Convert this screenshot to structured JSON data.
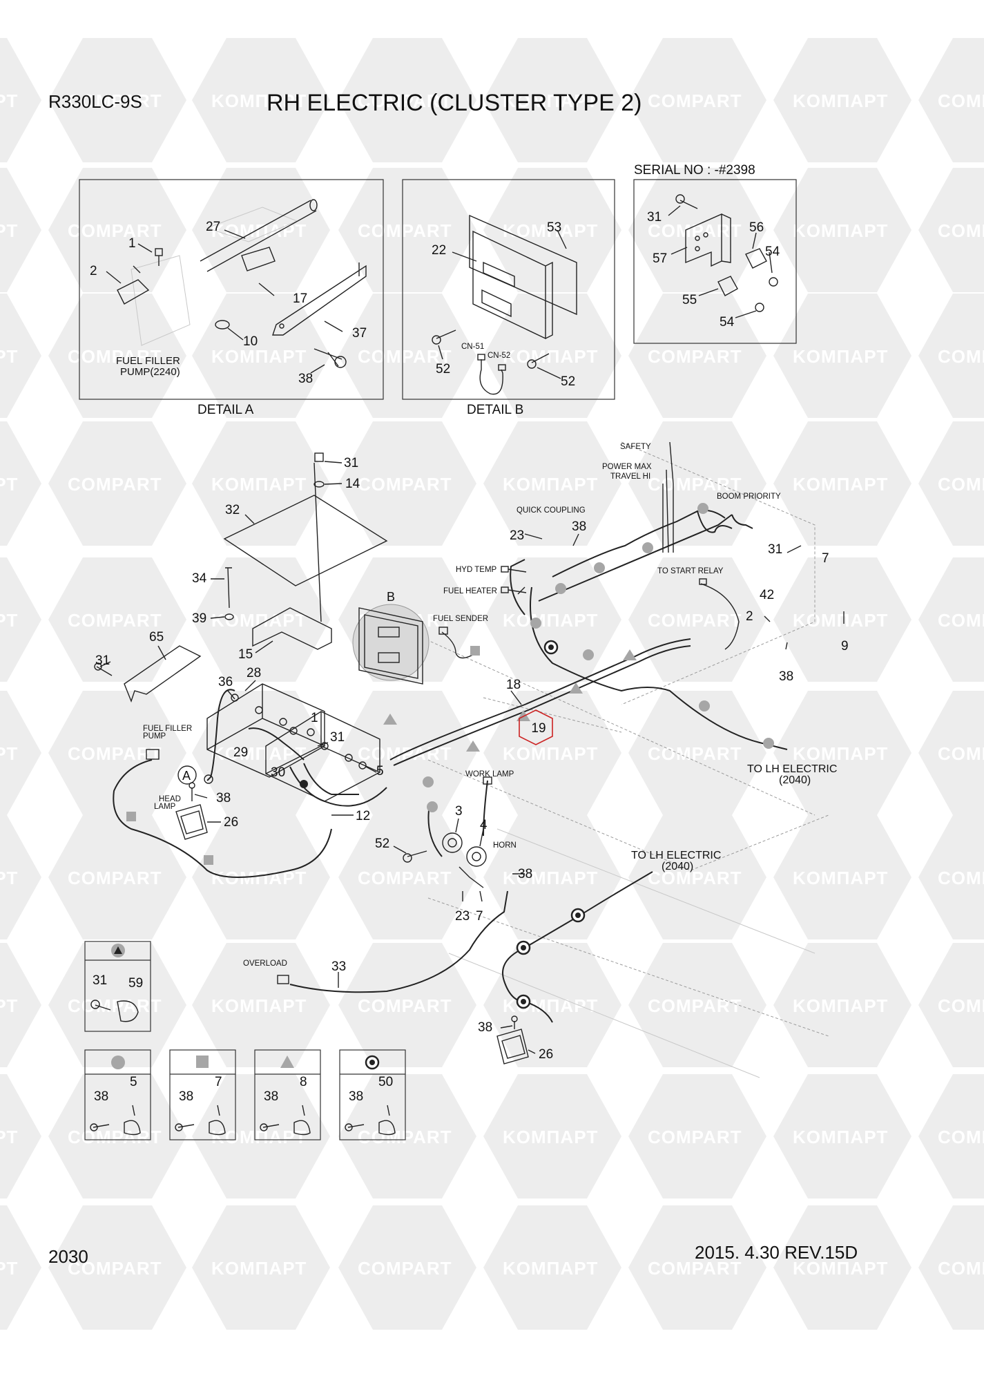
{
  "header": {
    "model": "R330LC-9S",
    "title": "RH ELECTRIC (CLUSTER TYPE 2)"
  },
  "footer": {
    "page_number": "2030",
    "date_revision": "2015. 4.30  REV.15D"
  },
  "watermark": {
    "left_text": "KOMΠAPT",
    "right_text": "COMPART"
  },
  "details": {
    "a": {
      "label": "DETAIL  A",
      "fuel_filler_label_1": "FUEL FILLER",
      "fuel_filler_label_2": "PUMP(2240)",
      "callouts": [
        "27",
        "1",
        "2",
        "17",
        "10",
        "37",
        "38"
      ]
    },
    "b": {
      "label": "DETAIL  B",
      "cn51": "CN-51",
      "cn52": "CN-52",
      "callouts": [
        "53",
        "22",
        "52",
        "52"
      ]
    },
    "serial": {
      "label": "SERIAL NO : -#2398",
      "callouts": [
        "31",
        "56",
        "54",
        "57",
        "55",
        "54"
      ]
    }
  },
  "main": {
    "labels": {
      "safety": "SAFETY",
      "power_max": "POWER MAX",
      "travel_hi": "TRAVEL HI",
      "boom_priority": "BOOM PRIORITY",
      "quick_coupling": "QUICK COUPLING",
      "to_start_relay": "TO START RELAY",
      "hyd_temp": "HYD TEMP",
      "fuel_heater": "FUEL HEATER",
      "fuel_sender": "FUEL SENDER",
      "fuel_filler_pump_1": "FUEL FILLER",
      "fuel_filler_pump_2": "PUMP",
      "head_lamp_1": "HEAD",
      "head_lamp_2": "LAMP",
      "work_lamp": "WORK LAMP",
      "horn": "HORN",
      "to_lh_electric_1": "TO LH ELECTRIC",
      "to_lh_electric_1b": "(2040)",
      "to_lh_electric_2": "TO LH ELECTRIC",
      "to_lh_electric_2b": "(2040)",
      "overload": "OVERLOAD",
      "detail_a_marker": "A",
      "detail_b_marker": "B"
    },
    "callouts": {
      "c31_top": "31",
      "c14": "14",
      "c32": "32",
      "c34": "34",
      "c39": "39",
      "c15": "15",
      "c65": "65",
      "c31_left": "31",
      "c36": "36",
      "c28": "28",
      "c29": "29",
      "c1": "1",
      "c31_mid": "31",
      "c30": "30",
      "c38_head": "38",
      "c26_head": "26",
      "c12": "12",
      "c5": "5",
      "c18": "18",
      "c19": "19",
      "c23_top": "23",
      "c38_top": "38",
      "c31_right": "31",
      "c7_right": "7",
      "c42": "42",
      "c2": "2",
      "c9": "9",
      "c38_right": "38",
      "c3": "3",
      "c4": "4",
      "c52": "52",
      "c38_horn": "38",
      "c23_bot": "23",
      "c7_bot": "7",
      "c33": "33",
      "c38_lamp": "38",
      "c26_lamp": "26"
    }
  },
  "legend": {
    "triangle_box": {
      "c31": "31",
      "c59": "59"
    },
    "circle_box": {
      "c38": "38",
      "c5": "5"
    },
    "square_box": {
      "c38": "38",
      "c7": "7"
    },
    "triangle2_box": {
      "c38": "38",
      "c8": "8"
    },
    "dot_box": {
      "c38": "38",
      "c50": "50"
    }
  },
  "colors": {
    "highlight": "#cc2222",
    "watermark": "#ededed",
    "marker_fill": "#a6a6a6"
  }
}
